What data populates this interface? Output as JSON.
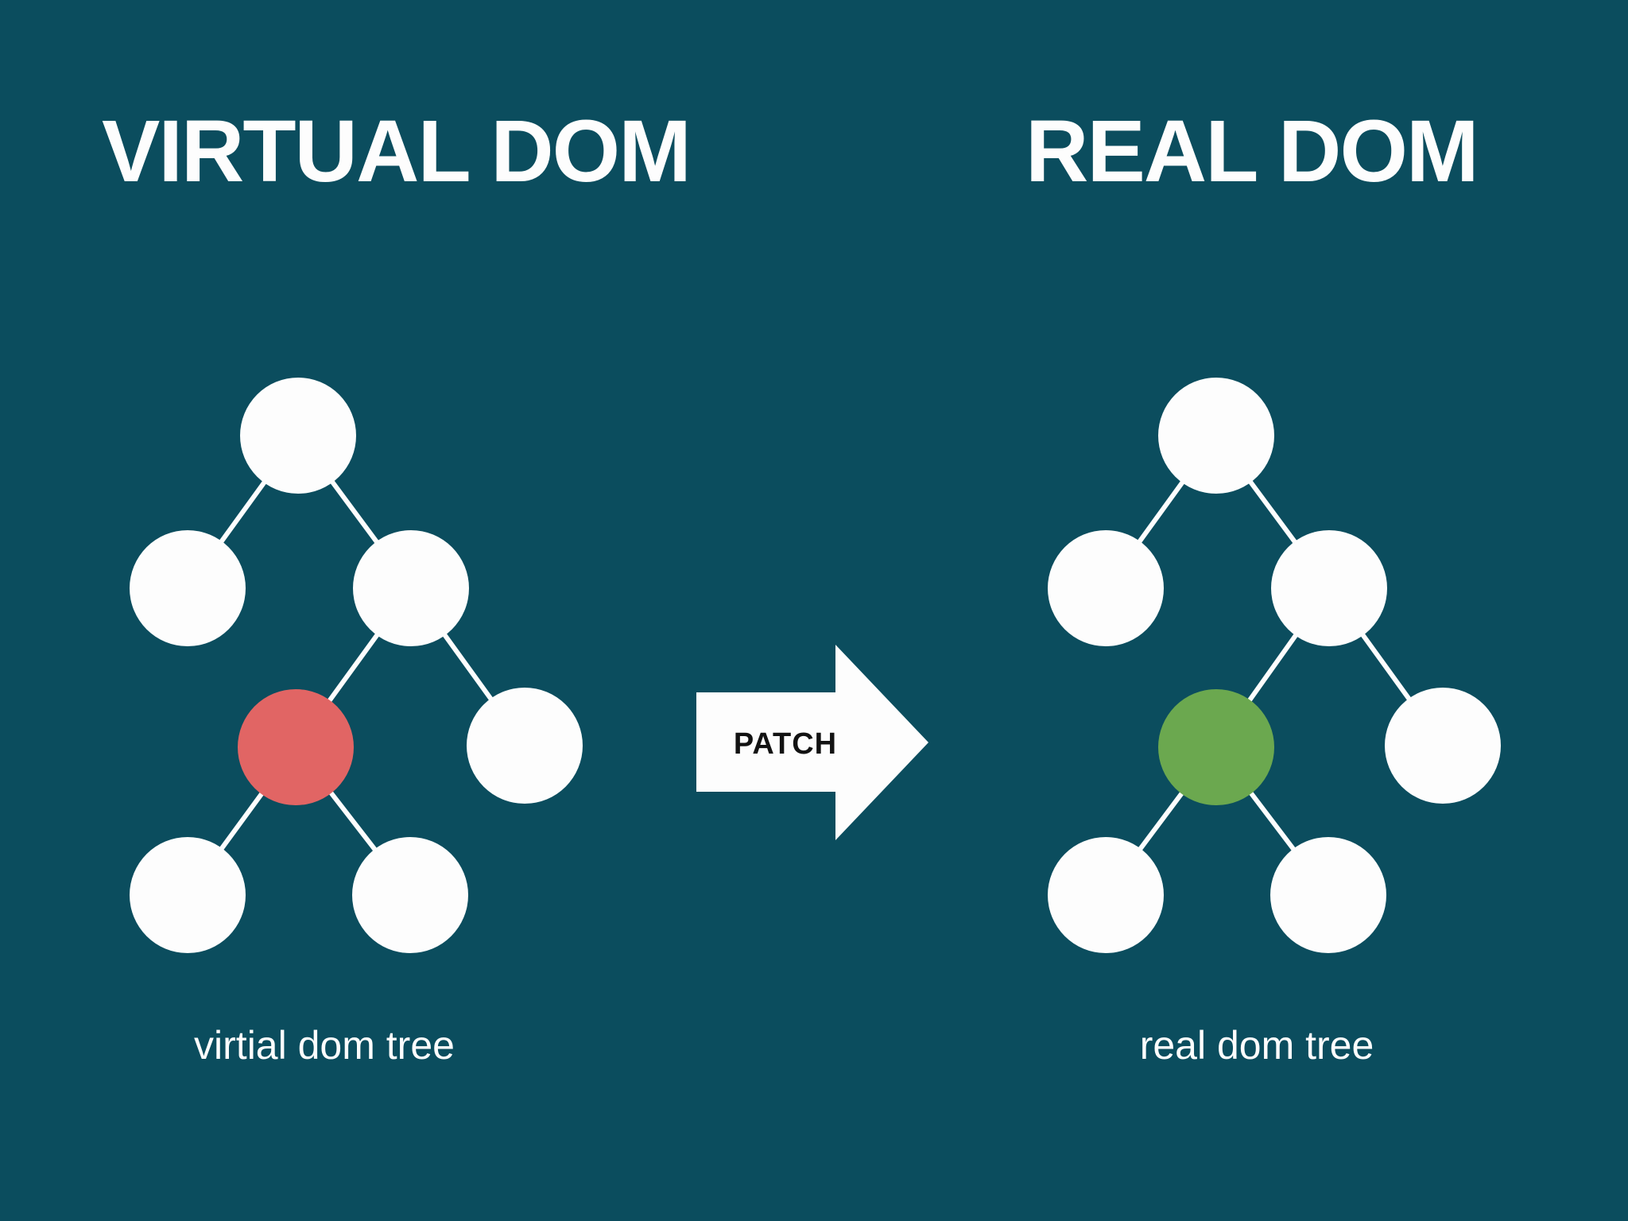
{
  "left_panel": {
    "title": "VIRTUAL DOM",
    "caption": "virtial dom tree",
    "changed_node": "diffed node (red)"
  },
  "right_panel": {
    "title": "REAL DOM",
    "caption": "real dom tree",
    "changed_node": "patched node (green)"
  },
  "arrow": {
    "label": "PATCH"
  },
  "colors": {
    "background": "#0b4d5e",
    "node": "#fdfdfd",
    "edge": "#fdfdfd",
    "changed_node_red": "#e16564",
    "patched_node_green": "#6ba84f",
    "arrow_fill": "#fdfdfd",
    "arrow_label": "#121212",
    "text": "#fdfdfd"
  }
}
